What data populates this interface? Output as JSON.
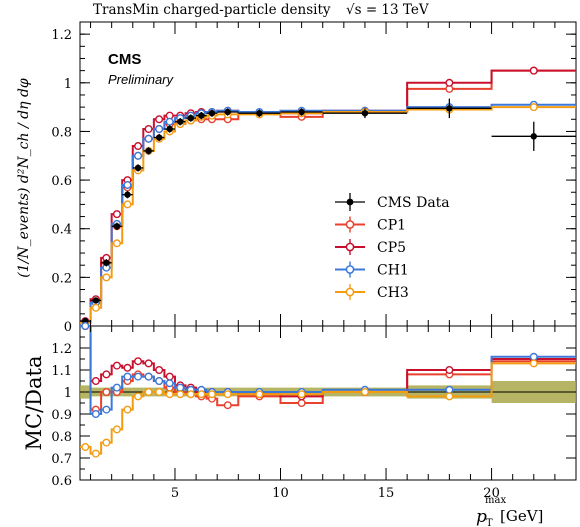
{
  "chart_data": [
    {
      "type": "line",
      "title": "TransMin charged-particle density",
      "energy_label": "√s = 13 TeV",
      "experiment": "CMS",
      "status": "Preliminary",
      "xlabel": "p_T^max [GeV]",
      "xlabel_main": "p",
      "xlabel_sub": "T",
      "xlabel_sup": "max",
      "xlabel_unit": "[GeV]",
      "ylabel": "(1/N_events) d²N_ch / dη dφ",
      "xlim": [
        0.5,
        24
      ],
      "ylim": [
        0,
        1.25
      ],
      "xticks": [
        5,
        10,
        15,
        20
      ],
      "yticks": [
        0,
        0.2,
        0.4,
        0.6,
        0.8,
        1,
        1.2
      ],
      "ytick_labels": [
        "0",
        "0.2",
        "0.4",
        "0.6",
        "0.8",
        "1",
        "1.2"
      ],
      "legend_position": "right",
      "legend": [
        "CMS Data",
        "CP1",
        "CP5",
        "CH1",
        "CH3"
      ],
      "bin_edges": [
        0.5,
        1,
        1.5,
        2,
        2.5,
        3,
        3.5,
        4,
        4.5,
        5,
        5.5,
        6,
        6.5,
        7,
        8,
        10,
        12,
        16,
        20,
        24
      ],
      "data": {
        "name": "CMS Data",
        "color": "#000000",
        "x": [
          0.75,
          1.25,
          1.75,
          2.25,
          2.75,
          3.25,
          3.75,
          4.25,
          4.75,
          5.25,
          5.75,
          6.25,
          6.75,
          7.5,
          9,
          11,
          14,
          18,
          22
        ],
        "y": [
          0.02,
          0.105,
          0.26,
          0.41,
          0.54,
          0.65,
          0.72,
          0.775,
          0.81,
          0.84,
          0.855,
          0.865,
          0.875,
          0.88,
          0.875,
          0.88,
          0.875,
          0.895,
          0.78
        ],
        "yerr": [
          0.005,
          0.01,
          0.015,
          0.015,
          0.015,
          0.015,
          0.015,
          0.015,
          0.015,
          0.015,
          0.015,
          0.015,
          0.015,
          0.015,
          0.015,
          0.015,
          0.02,
          0.04,
          0.06
        ]
      },
      "series": [
        {
          "name": "CP1",
          "color": "#e8422e",
          "values": [
            0.015,
            0.1,
            0.26,
            0.41,
            0.57,
            0.7,
            0.77,
            0.81,
            0.83,
            0.84,
            0.845,
            0.85,
            0.85,
            0.85,
            0.875,
            0.86,
            0.88,
            0.975,
            1.05
          ]
        },
        {
          "name": "CP5",
          "color": "#c8102e",
          "values": [
            0.02,
            0.11,
            0.28,
            0.46,
            0.6,
            0.74,
            0.81,
            0.85,
            0.865,
            0.865,
            0.875,
            0.88,
            0.88,
            0.885,
            0.875,
            0.875,
            0.885,
            1.0,
            1.05
          ]
        },
        {
          "name": "CH1",
          "color": "#3c78d8",
          "values": [
            0.015,
            0.095,
            0.24,
            0.42,
            0.58,
            0.7,
            0.77,
            0.81,
            0.84,
            0.855,
            0.865,
            0.875,
            0.88,
            0.885,
            0.88,
            0.885,
            0.885,
            0.9,
            0.91
          ]
        },
        {
          "name": "CH3",
          "color": "#f39c12",
          "values": [
            0.013,
            0.075,
            0.2,
            0.34,
            0.5,
            0.64,
            0.72,
            0.77,
            0.8,
            0.83,
            0.845,
            0.86,
            0.865,
            0.87,
            0.87,
            0.875,
            0.88,
            0.89,
            0.9
          ]
        }
      ]
    },
    {
      "type": "line",
      "title": "",
      "xlabel": "p_T^max [GeV]",
      "ylabel": "MC/Data",
      "xlim": [
        0.5,
        24
      ],
      "ylim": [
        0.6,
        1.3
      ],
      "xticks": [
        5,
        10,
        15,
        20
      ],
      "yticks": [
        0.6,
        0.7,
        0.8,
        0.9,
        1.0,
        1.1,
        1.2
      ],
      "ytick_labels": [
        "0.6",
        "0.7",
        "0.8",
        "0.9",
        "1",
        "1.1",
        "1.2"
      ],
      "bin_edges": [
        0.5,
        1,
        1.5,
        2,
        2.5,
        3,
        3.5,
        4,
        4.5,
        5,
        5.5,
        6,
        6.5,
        7,
        8,
        10,
        12,
        16,
        20,
        24
      ],
      "uncertainty_band": {
        "color": "#a9a84a",
        "lower": [
          0.97,
          0.98,
          0.98,
          0.98,
          0.98,
          0.98,
          0.98,
          0.98,
          0.98,
          0.98,
          0.98,
          0.98,
          0.98,
          0.98,
          0.98,
          0.98,
          0.98,
          0.97,
          0.95
        ],
        "upper": [
          1.03,
          1.02,
          1.02,
          1.02,
          1.02,
          1.02,
          1.02,
          1.02,
          1.02,
          1.02,
          1.02,
          1.02,
          1.02,
          1.02,
          1.02,
          1.02,
          1.02,
          1.03,
          1.05
        ]
      },
      "series": [
        {
          "name": "CP1",
          "color": "#e8422e",
          "values": [
            1.3,
            0.92,
            1.0,
            1.0,
            1.05,
            1.08,
            1.07,
            1.05,
            1.02,
            1.0,
            0.99,
            0.98,
            0.97,
            0.94,
            0.98,
            0.95,
            1.0,
            1.08,
            1.14
          ]
        },
        {
          "name": "CP5",
          "color": "#c8102e",
          "values": [
            1.3,
            1.05,
            1.08,
            1.12,
            1.11,
            1.14,
            1.13,
            1.1,
            1.07,
            1.03,
            1.02,
            1.0,
            1.0,
            1.0,
            0.99,
            0.98,
            1.0,
            1.1,
            1.15
          ]
        },
        {
          "name": "CH1",
          "color": "#3c78d8",
          "values": [
            1.3,
            0.9,
            0.92,
            1.02,
            1.07,
            1.07,
            1.07,
            1.05,
            1.04,
            1.02,
            1.01,
            1.01,
            1.0,
            1.0,
            1.0,
            1.0,
            1.01,
            1.01,
            1.16
          ]
        },
        {
          "name": "CH3",
          "color": "#f39c12",
          "values": [
            0.75,
            0.72,
            0.77,
            0.83,
            0.92,
            0.98,
            1.0,
            1.0,
            0.99,
            0.99,
            0.99,
            0.99,
            0.99,
            0.99,
            0.99,
            0.99,
            1.0,
            0.98,
            1.13
          ]
        }
      ]
    }
  ]
}
